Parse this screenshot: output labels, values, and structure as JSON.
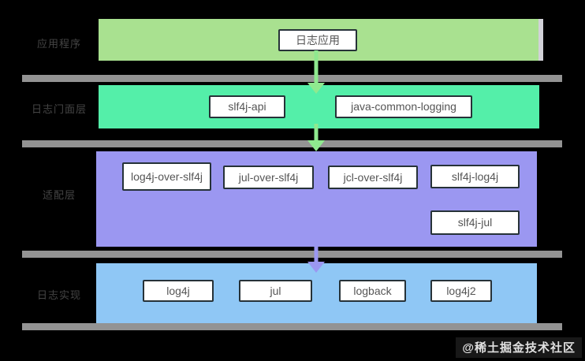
{
  "diagram": {
    "type": "layered-architecture",
    "title_context": "Java logging system layers",
    "layers": [
      {
        "side_label": "应用程序",
        "band_color": "#a9e190",
        "boxes": [
          "日志应用"
        ]
      },
      {
        "side_label": "日志门面层",
        "band_color": "#54efa9",
        "boxes": [
          "slf4j-api",
          "java-common-logging"
        ]
      },
      {
        "side_label": "适配层",
        "band_color": "#9b97f1",
        "boxes": [
          "log4j-over-slf4j",
          "jul-over-slf4j",
          "jcl-over-slf4j",
          "slf4j-log4j",
          "slf4j-jul"
        ]
      },
      {
        "side_label": "日志实现",
        "band_color": "#8fc7f5",
        "boxes": [
          "log4j",
          "jul",
          "logback",
          "log4j2"
        ]
      }
    ],
    "arrows": [
      {
        "from": "日志应用",
        "to": "日志门面层",
        "color": "#8fe98f",
        "direction": "down"
      },
      {
        "from": "日志门面层",
        "to": "适配层",
        "color": "#8fe98f",
        "direction": "down"
      },
      {
        "from": "适配层",
        "to": "日志实现",
        "color": "#9b97f1",
        "direction": "down"
      }
    ]
  },
  "colors": {
    "background": "#000000",
    "separator_bar": "#939393",
    "box_background": "#ffffff",
    "box_border": "#263238",
    "box_text": "#555555",
    "side_label_text": "#454545",
    "arrow_green": "#8fe98f",
    "arrow_purple": "#9b97f1"
  },
  "watermark": {
    "text": "@稀土掘金技术社区"
  }
}
